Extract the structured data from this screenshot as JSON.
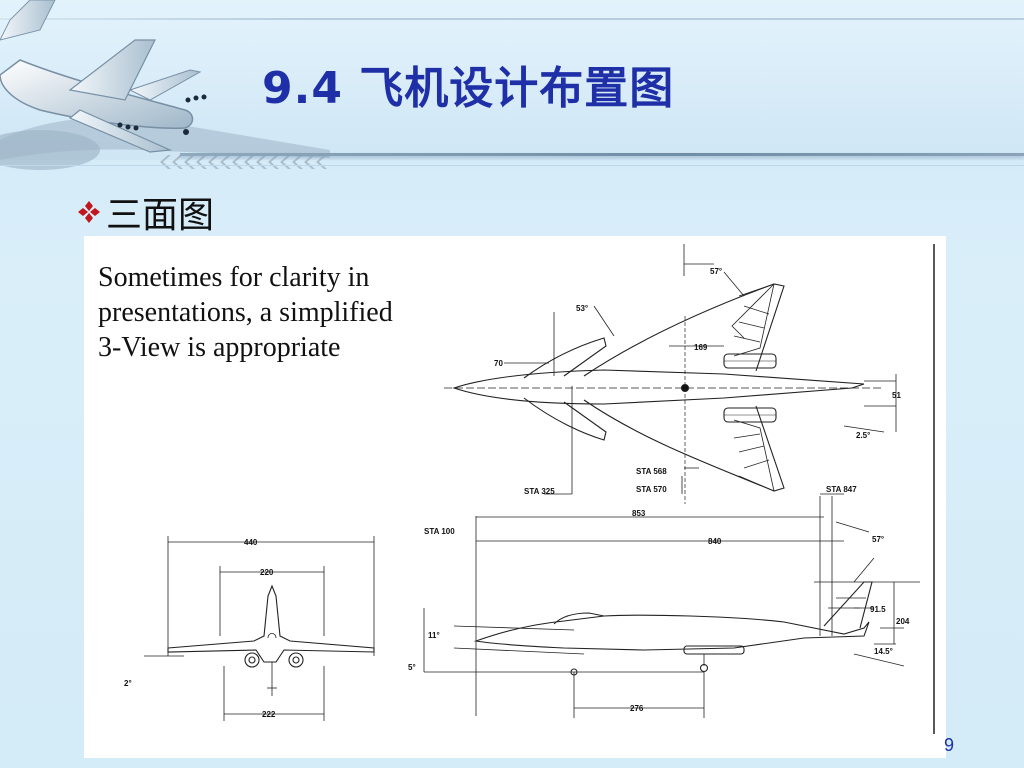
{
  "slide": {
    "title": "9.4 飞机设计布置图",
    "bullet": "三面图",
    "page_number": "9"
  },
  "figure": {
    "caption": "Sometimes for clarity in presentations, a simplified 3-View is appropriate",
    "dimensions": {
      "sweep_57_top": "57°",
      "sweep_53": "53°",
      "d169": "169",
      "d70": "70",
      "d51": "51",
      "d2_5": "2.5°",
      "sta568": "STA 568",
      "sta570": "STA 570",
      "sta325": "STA 325",
      "sta847": "STA 847",
      "sta100": "STA 100",
      "d853": "853",
      "d840": "840",
      "sweep_57_side": "57°",
      "d440": "440",
      "d220": "220",
      "d11": "11°",
      "d5": "5°",
      "d2": "2°",
      "d222": "222",
      "d91_5": "91.5",
      "d204": "204",
      "d14_5": "14.5°",
      "d276": "276"
    }
  }
}
